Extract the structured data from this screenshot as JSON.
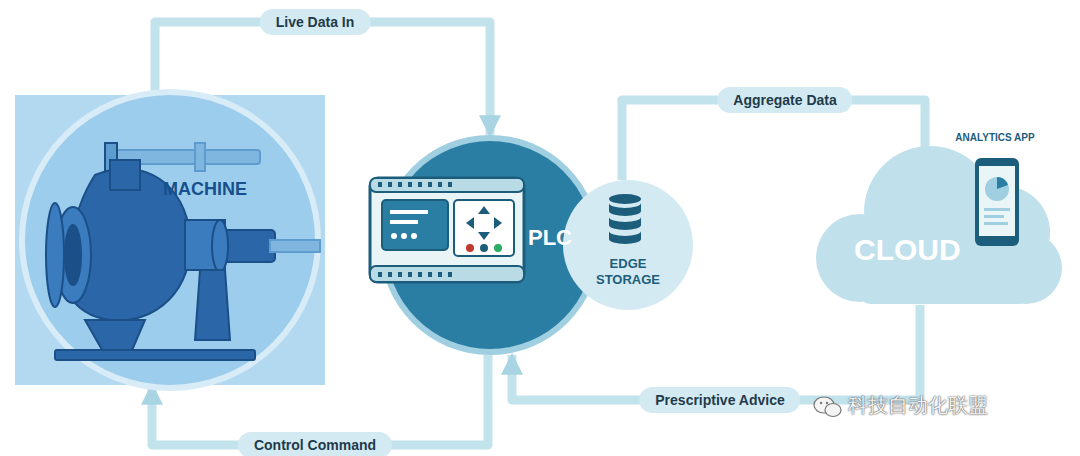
{
  "diagram": {
    "nodes": [
      {
        "text": [
          "MACHINE"
        ]
      },
      {
        "text": [
          "PLC"
        ]
      },
      {
        "text": [
          "EDGE STORAGE"
        ]
      },
      {
        "text": [
          "CLOUD"
        ]
      },
      {
        "text": [
          "ANALYTICS APP"
        ],
        "in": 3
      }
    ],
    "edges": [
      {
        "from": 0,
        "to": 1,
        "label": "Live Data In",
        "arrow": "to"
      },
      {
        "from": 2,
        "to": 3,
        "label": "Aggregate Data",
        "arrow": "to"
      },
      {
        "from": 3,
        "to": 1,
        "label": "Prescriptive Advice",
        "arrow": "to"
      },
      {
        "from": 1,
        "to": 0,
        "label": "Control Command",
        "arrow": "to"
      }
    ],
    "labels": [
      "科技自动化联盟"
    ]
  }
}
